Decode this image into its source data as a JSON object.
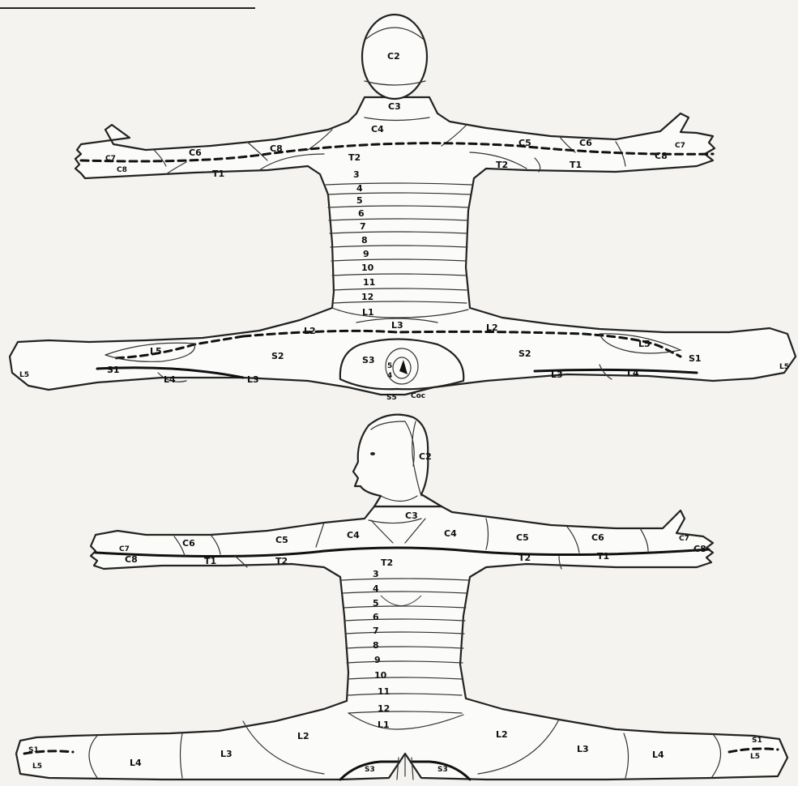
{
  "figures": {
    "posterior": {
      "labels": {
        "c2": "C2",
        "c3": "C3",
        "c4": "C4",
        "c6_left": "C6",
        "c8_left_arm": "C8",
        "t1_left": "T1",
        "c7_left": "C7",
        "c8_left_hand": "C8",
        "t2_center": "T2",
        "c5_right": "C5",
        "c6_right": "C6",
        "c7_right": "C7",
        "c8_right": "C8",
        "t2_right": "T2",
        "t1_right": "T1",
        "t3": "3",
        "t4": "4",
        "t5": "5",
        "t6": "6",
        "t7": "7",
        "t8": "8",
        "t9": "9",
        "t10": "10",
        "t11": "11",
        "t12": "12",
        "l1": "L1",
        "l2_left": "L2",
        "l3_center": "L3",
        "l2_right": "L2",
        "l5_left": "L5",
        "s2_left": "S2",
        "s1_left": "S1",
        "l4_left": "L4",
        "l3_left": "L3",
        "l5_left_foot": "L5",
        "s3": "S3",
        "s4": "4",
        "s5_small": "5",
        "s5": "S5",
        "coc": "Coc",
        "s2_right": "S2",
        "l5_right": "L5",
        "s1_right": "S1",
        "l3_right": "L3",
        "l4_right": "L4",
        "l5_right_foot": "L5"
      }
    },
    "anterior": {
      "labels": {
        "c2": "C2",
        "c3": "C3",
        "c4_left": "C4",
        "c4_right": "C4",
        "c6_left": "C6",
        "c5_left": "C5",
        "c7_left": "C7",
        "c8_left": "C8",
        "t1_left": "T1",
        "t2_left": "T2",
        "t2_center": "T2",
        "c5_right": "C5",
        "c6_right": "C6",
        "c7_right": "C7",
        "c8_right": "C8",
        "t2_right": "T2",
        "t1_right": "T1",
        "t3": "3",
        "t4": "4",
        "t5": "5",
        "t6": "6",
        "t7": "7",
        "t8": "8",
        "t9": "9",
        "t10": "10",
        "t11": "11",
        "t12": "12",
        "l1": "L1",
        "l2_left": "L2",
        "l2_right": "L2",
        "l3_left": "L3",
        "l3_right": "L3",
        "s1_left": "S1",
        "l5_left": "L5",
        "l4_left": "L4",
        "s3_left": "S3",
        "s3_right": "S3",
        "s1_right": "S1",
        "l5_right": "L5",
        "l4_right": "L4"
      }
    }
  }
}
